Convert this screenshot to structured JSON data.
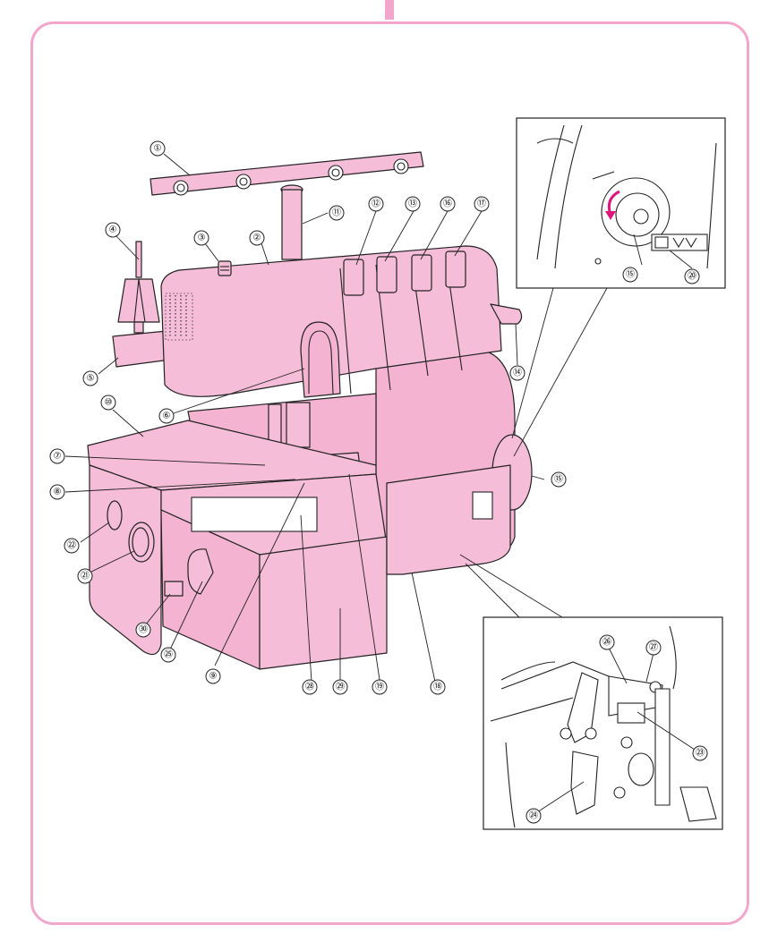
{
  "colors": {
    "frame": "#f2a6cc",
    "machine_body": "#f6bdd8",
    "outline": "#222222",
    "arrow": "#e0157a"
  },
  "callouts": {
    "c1": "①",
    "c2": "②",
    "c3": "③",
    "c4": "④",
    "c5": "⑤",
    "c6": "⑥",
    "c7": "⑦",
    "c8": "⑧",
    "c9": "⑨",
    "c10": "⑩",
    "c11": "⑪",
    "c12": "⑫",
    "c13": "⑬",
    "c14": "⑭",
    "c15": "⑮",
    "c16": "⑯",
    "c17": "⑰",
    "c18": "⑱",
    "c19": "⑲",
    "c20": "⑳",
    "c21": "㉑",
    "c22": "㉒",
    "c23": "㉓",
    "c24": "㉔",
    "c25": "㉕",
    "c26": "㉖",
    "c27": "㉗",
    "c28": "㉘",
    "c29": "㉙",
    "c30": "㉚"
  },
  "icons": [
    "overlock-machine-illustration",
    "handwheel-detail-inset",
    "looper-detail-inset",
    "direction-arrow-icon",
    "power-switch-icon"
  ]
}
